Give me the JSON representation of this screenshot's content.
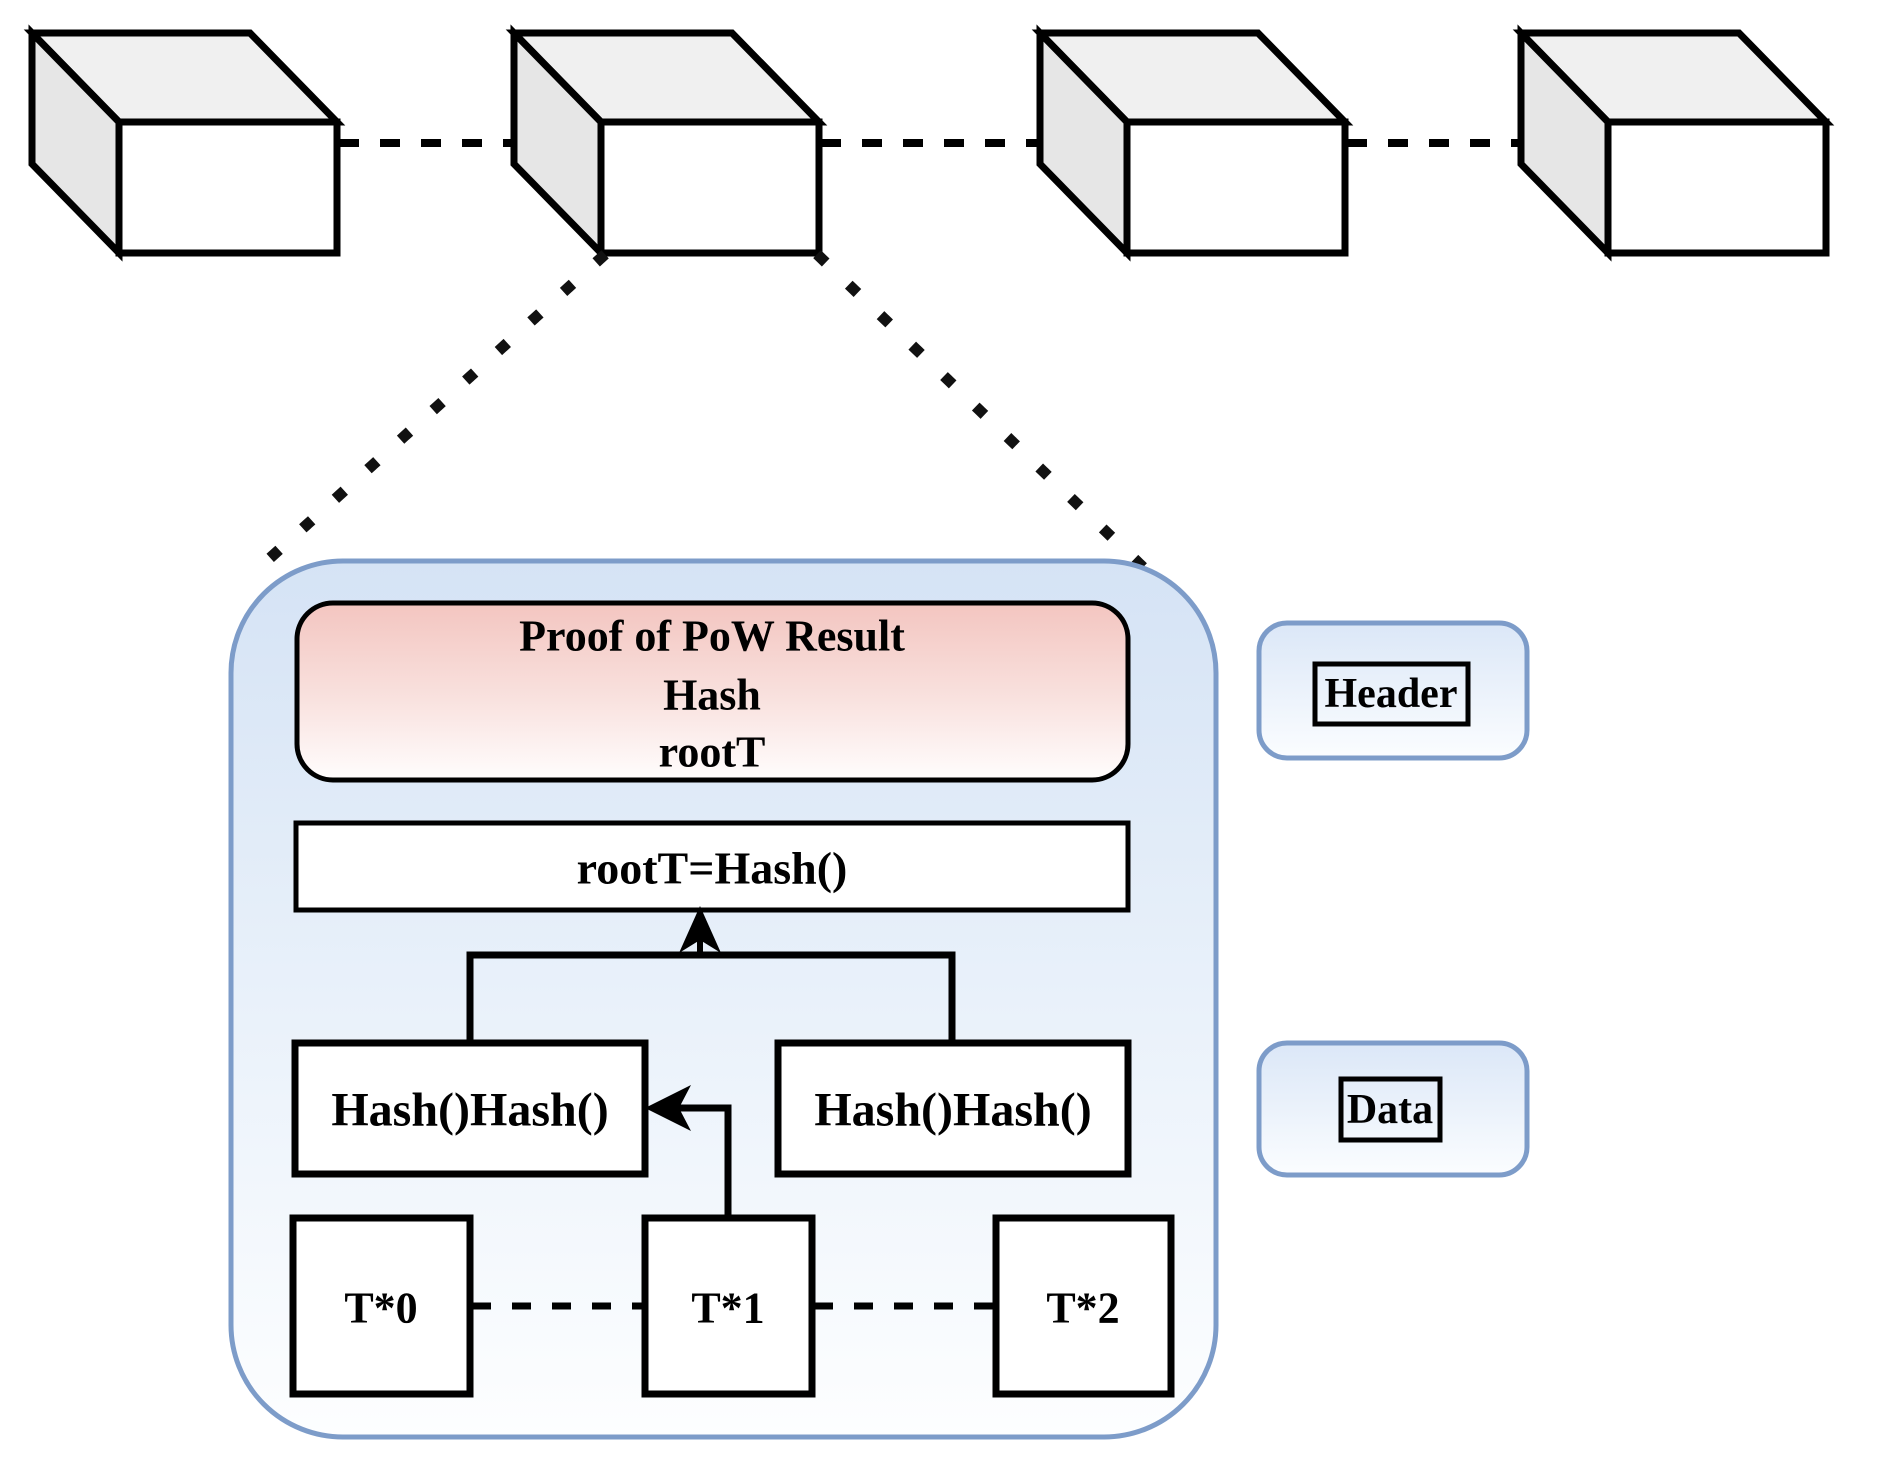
{
  "figure": {
    "kind": "blockchain structure diagram",
    "blocks_count": 4
  },
  "block_detail": {
    "header_box": {
      "line1": "Proof of PoW Result",
      "line2": "Hash",
      "line3": "rootT"
    },
    "merkle_root_label": "rootT=Hash()",
    "left_hash_label": "Hash()Hash()",
    "right_hash_label": "Hash()Hash()",
    "transactions": [
      "T*0",
      "T*1",
      "T*2"
    ]
  },
  "legend": {
    "header_label": "Header",
    "data_label": "Data"
  },
  "colors": {
    "panel_border": "#7d9cc9",
    "panel_fill_top": "#d5e3f5",
    "pink_fill_top": "#f3c5c0",
    "cube_top_face": "#f0f0f0",
    "cube_side_face": "#e6e6e6",
    "cube_front_face": "#ffffff",
    "line": "#000000"
  }
}
